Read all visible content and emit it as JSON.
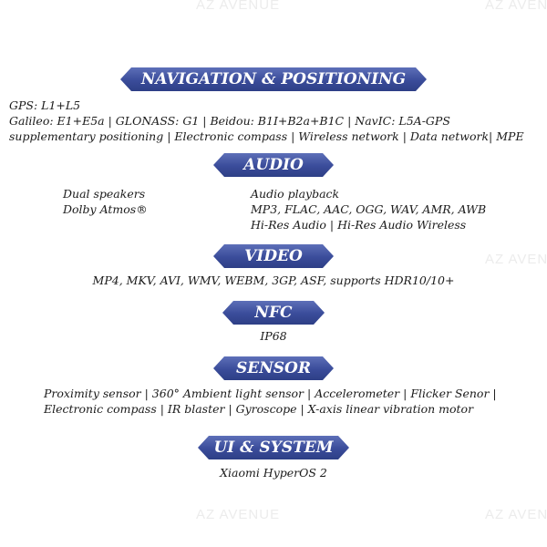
{
  "watermark": "AZ AVENUE",
  "navigation": {
    "title": "NAVIGATION & POSITIONING",
    "lines": [
      "GPS: L1+L5",
      "Galileo: E1+E5a | GLONASS: G1 | Beidou: B1I+B2a+B1C | NavIC: L5A-GPS",
      "supplementary positioning | Electronic compass | Wireless network | Data network| MPE"
    ]
  },
  "audio": {
    "title": "AUDIO",
    "left": [
      "Dual speakers",
      "Dolby Atmos®"
    ],
    "right": [
      "Audio playback",
      "MP3, FLAC, AAC, OGG, WAV, AMR, AWB",
      "Hi-Res Audio | Hi-Res Audio Wireless"
    ]
  },
  "video": {
    "title": "VIDEO",
    "line": "MP4, MKV, AVI, WMV, WEBM, 3GP, ASF, supports HDR10/10+"
  },
  "nfc": {
    "title": "NFC",
    "line": "IP68"
  },
  "sensor": {
    "title": "SENSOR",
    "lines": [
      "Proximity sensor | 360° Ambient light sensor | Accelerometer | Flicker Senor |",
      "Electronic compass | IR blaster  | Gyroscope | X-axis linear vibration motor"
    ]
  },
  "system": {
    "title": "UI & SYSTEM",
    "line": "Xiaomi HyperOS 2"
  },
  "colors": {
    "banner_top": "#5d6fb8",
    "banner_bottom": "#2e3f86",
    "text": "#1a1a1a",
    "watermark": "#ececec"
  }
}
